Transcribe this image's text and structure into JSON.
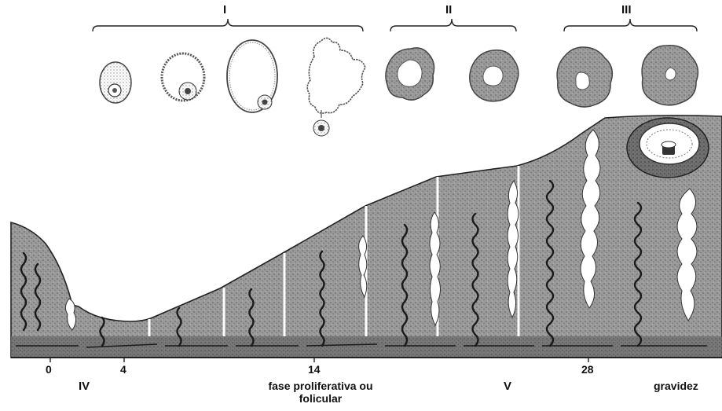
{
  "groups": [
    {
      "id": "I",
      "label": "I"
    },
    {
      "id": "II",
      "label": "II"
    },
    {
      "id": "III",
      "label": "III"
    }
  ],
  "day_ticks": [
    {
      "label": "0"
    },
    {
      "label": "4"
    },
    {
      "label": "14"
    },
    {
      "label": "28"
    }
  ],
  "phase_labels": {
    "iv": "IV",
    "v": "V",
    "proliferative_line1": "fase proliferativa ou",
    "proliferative_line2": "folicular",
    "pregnancy": "gravidez"
  },
  "colors": {
    "tissue": "#8c8c8c",
    "tissue_dark": "#5a5a5a",
    "ink": "#1a1a1a",
    "gland_lumen": "#ffffff",
    "background": "#ffffff"
  }
}
